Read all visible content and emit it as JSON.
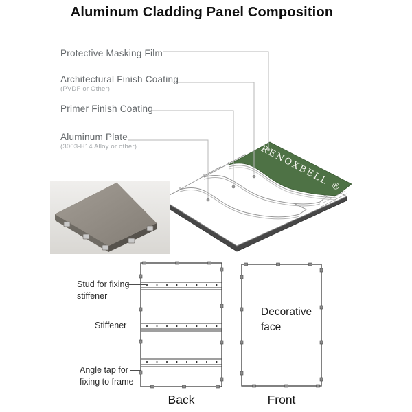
{
  "title": "Aluminum Cladding Panel Composition",
  "layer_labels": [
    {
      "label": "Protective Masking Film",
      "sub": ""
    },
    {
      "label": "Architectural Finish Coating",
      "sub": "(PVDF or Other)"
    },
    {
      "label": "Primer Finish Coating",
      "sub": ""
    },
    {
      "label": "Aluminum Plate",
      "sub": "(3003-H14 Alloy or other)"
    }
  ],
  "exploded_diagram": {
    "brand": "RENOXBELL ®",
    "top_layer_color": "#4e7245"
  },
  "colors": {
    "brand_green": "#4e7245",
    "photo_panel_gray": "#8e887f",
    "leader_line_gray": "#b7b7b7"
  },
  "back_panel": {
    "caption": "Back",
    "labels": [
      {
        "text": "Stud for fixing stiffener"
      },
      {
        "text": "Stiffener"
      },
      {
        "text": "Angle tap for fixing to frame"
      }
    ]
  },
  "front_panel": {
    "caption": "Front",
    "face_label": "Decorative face"
  }
}
